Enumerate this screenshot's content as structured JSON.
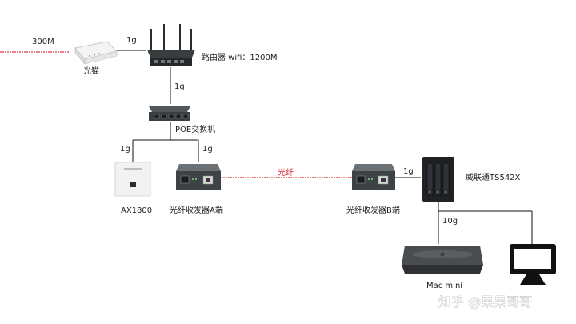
{
  "diagram": {
    "links": {
      "isp_speed": "300M",
      "modem_router": "1g",
      "router_switch": "1g",
      "switch_ap": "1g",
      "switch_converter_a": "1g",
      "fiber": "光纤",
      "converter_b_nas": "1g",
      "nas_lan": "10g"
    },
    "devices": {
      "modem": "光猫",
      "router": "路由器 wifi：1200M",
      "switch": "POE交换机",
      "ap": "AX1800",
      "converter_a": "光纤收发器A端",
      "converter_b": "光纤收发器B端",
      "nas": "威联通TS542X",
      "mac_mini": "Mac mini"
    },
    "watermark": "知乎 @果果哥哥"
  },
  "colors": {
    "fiber_line": "#d9363e",
    "wire": "#111111",
    "device_dark": "#3a3f44",
    "device_light": "#f2f2f2"
  }
}
